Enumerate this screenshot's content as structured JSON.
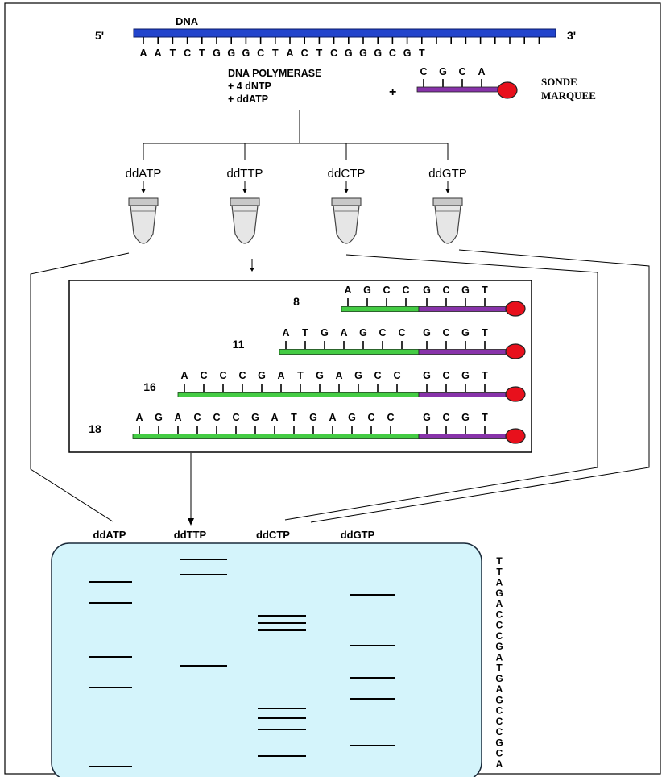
{
  "top": {
    "dna_label": "DNA",
    "five_prime": "5'",
    "three_prime": "3'",
    "template_sequence": [
      "A",
      "A",
      "T",
      "C",
      "T",
      "G",
      "G",
      "G",
      "C",
      "T",
      "A",
      "C",
      "T",
      "C",
      "G",
      "G",
      "G",
      "C",
      "G",
      "T"
    ],
    "reaction_line1": "DNA POLYMERASE",
    "reaction_line2": "+ 4 dNTP",
    "reaction_line3": "+ ddATP",
    "plus_sign": "+",
    "probe_sequence": [
      "C",
      "G",
      "C",
      "A"
    ],
    "probe_label_line1": "SONDE",
    "probe_label_line2": "MARQUEE"
  },
  "tubes": [
    {
      "label": "ddATP"
    },
    {
      "label": "ddTTP"
    },
    {
      "label": "ddCTP"
    },
    {
      "label": "ddGTP"
    }
  ],
  "fragments": [
    {
      "length": "8",
      "sequence": [
        "A",
        "G",
        "C",
        "C"
      ],
      "probe": [
        "G",
        "C",
        "G",
        "T"
      ]
    },
    {
      "length": "11",
      "sequence": [
        "A",
        "T",
        "G",
        "A",
        "G",
        "C",
        "C"
      ],
      "probe": [
        "G",
        "C",
        "G",
        "T"
      ]
    },
    {
      "length": "16",
      "sequence": [
        "A",
        "C",
        "C",
        "C",
        "G",
        "A",
        "T",
        "G",
        "A",
        "G",
        "C",
        "C"
      ],
      "probe": [
        "G",
        "C",
        "G",
        "T"
      ]
    },
    {
      "length": "18",
      "sequence": [
        "A",
        "G",
        "A",
        "C",
        "C",
        "C",
        "G",
        "A",
        "T",
        "G",
        "A",
        "G",
        "C",
        "C"
      ],
      "probe": [
        "G",
        "C",
        "G",
        "T"
      ]
    }
  ],
  "gel": {
    "lane_labels": [
      "ddATP",
      "ddTTP",
      "ddCTP",
      "ddGTP"
    ],
    "read_sequence": [
      "T",
      "T",
      "A",
      "G",
      "A",
      "C",
      "C",
      "C",
      "G",
      "A",
      "T",
      "G",
      "A",
      "G",
      "C",
      "C",
      "C",
      "G",
      "C",
      "A"
    ],
    "colors": {
      "gel_fill": "#d4f4fb",
      "gel_border": "#1a2a3a",
      "dna_blue": "#2244cc",
      "new_strand_green": "#44cc44",
      "probe_purple": "#8833aa",
      "label_red": "#e8101c"
    }
  }
}
